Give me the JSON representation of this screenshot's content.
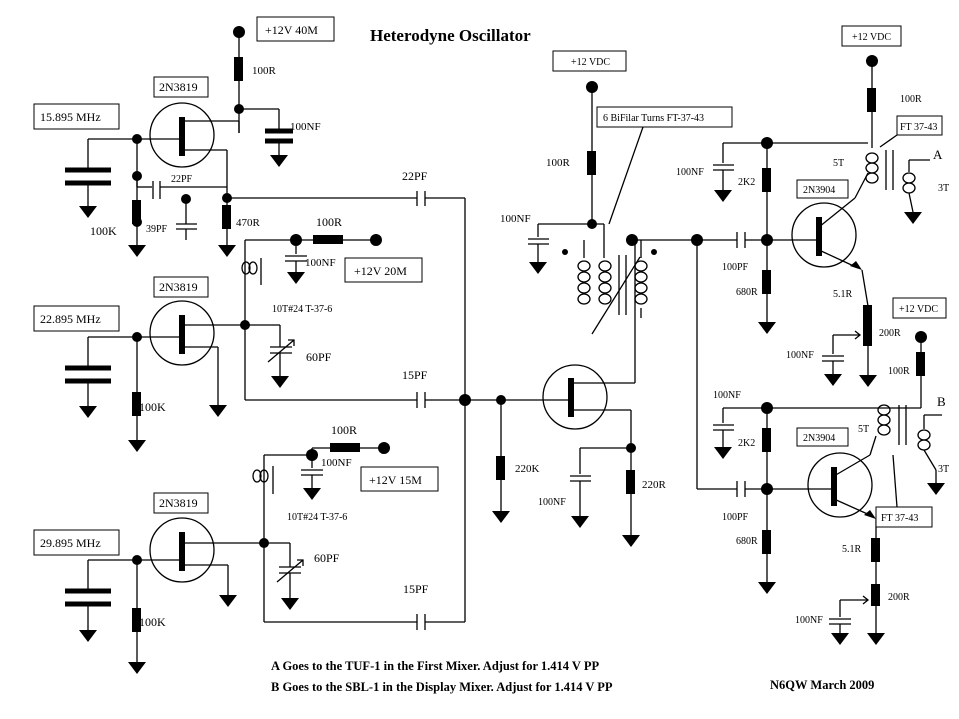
{
  "title": "Heterodyne Oscillator",
  "oscillator_1": {
    "supply": "+12V 40M",
    "drain_resistor": "100R",
    "drain_cap": "100NF",
    "transistor": "2N3819",
    "crystal": "15.895 MHz",
    "feedback_cap": "22PF",
    "source_cap": "39PF",
    "gate_resistor": "100K",
    "source_resistor": "470R",
    "coupling_cap": "22PF"
  },
  "oscillator_2": {
    "transistor": "2N3819",
    "crystal": "22.895 MHz",
    "gate_resistor": "100K",
    "inductor": "10T#24 T-37-6",
    "supply_resistor": "100R",
    "supply_cap": "100NF",
    "supply": "+12V 20M",
    "trimmer": "60PF",
    "coupling_cap": "15PF"
  },
  "oscillator_3": {
    "transistor": "2N3819",
    "crystal": "29.895 MHz",
    "gate_resistor": "100K",
    "inductor": "10T#24 T-37-6",
    "supply_resistor": "100R",
    "supply_cap": "100NF",
    "supply": "+12V 15M",
    "trimmer": "60PF",
    "coupling_cap": "15PF"
  },
  "mixer": {
    "gate_resistor": "220K",
    "source_cap": "100NF",
    "source_resistor": "220R",
    "supply": "+12 VDC",
    "supply_resistor": "100R",
    "supply_cap": "100NF",
    "transformer": "6 BiFilar Turns FT-37-43"
  },
  "buffer_a": {
    "input_cap": "100PF",
    "bypass_cap": "100NF",
    "bias_resistor_top": "2K2",
    "bias_resistor_bottom": "680R",
    "transistor": "2N3904",
    "supply": "+12 VDC",
    "supply_resistor": "100R",
    "transformer": "FT 37-43",
    "primary_turns": "5T",
    "secondary_turns": "3T",
    "output": "A",
    "emitter_resistor": "5.1R",
    "emitter_pot": "200R",
    "emitter_cap": "100NF"
  },
  "buffer_b": {
    "input_cap": "100PF",
    "supply": "+12 VDC",
    "supply_resistor": "100R",
    "bypass_cap": "100NF",
    "bias_resistor_top": "2K2",
    "bias_resistor_bottom": "680R",
    "transistor": "2N3904",
    "primary_turns": "5T",
    "secondary_turns": "3T",
    "output": "B",
    "transformer": "FT 37-43",
    "emitter_resistor": "5.1R",
    "emitter_pot": "200R",
    "emitter_cap": "100NF"
  },
  "notes": [
    "A Goes to the TUF-1 in the First Mixer. Adjust for 1.414 V PP",
    "B Goes to the SBL-1 in the Display Mixer. Adjust for 1.414 V PP"
  ],
  "credit": "N6QW March 2009"
}
